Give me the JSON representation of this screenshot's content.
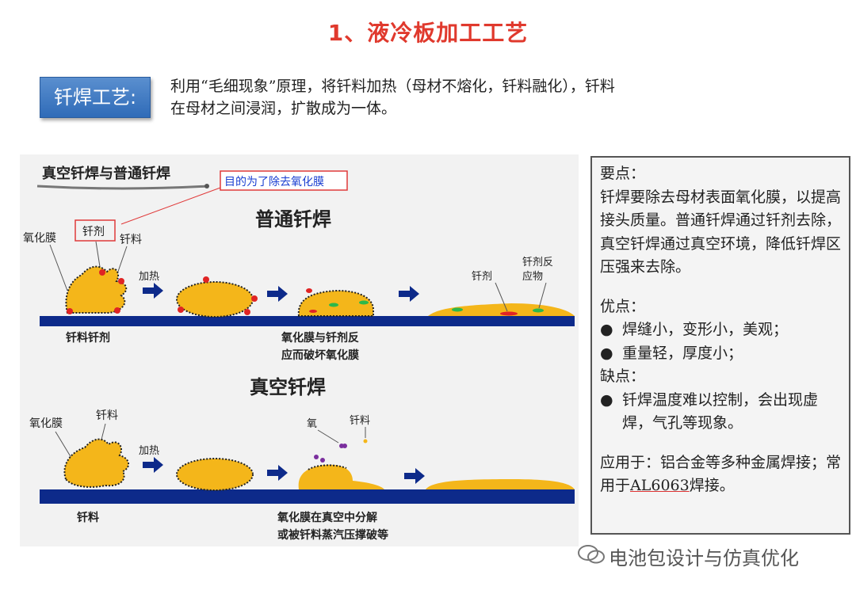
{
  "title": "1、液冷板加工工艺",
  "tag_label": "钎焊工艺:",
  "intro": {
    "line1": "利用“毛细现象”原理，将钎料加热（母材不熔化，钎料融化），钎料",
    "line2": "在母材之间浸润，扩散成为一体。"
  },
  "diagram": {
    "banner": "真空钎焊与普通钎焊",
    "callout": "目的为了除去氧化膜",
    "normal": {
      "title": "普通钎焊",
      "label_oxide": "氧化膜",
      "label_flux": "钎剂",
      "label_filler": "钎料",
      "label_heat": "加热",
      "label_flux2": "钎剂",
      "label_reaction_l1": "钎剂反",
      "label_reaction_l2": "应物",
      "caption1": "钎料钎剂",
      "caption2_l1": "氧化膜与钎剂反",
      "caption2_l2": "应而破坏氧化膜"
    },
    "vacuum": {
      "title": "真空钎焊",
      "label_oxide": "氧化膜",
      "label_filler": "钎料",
      "label_heat": "加热",
      "label_oxygen": "氧",
      "label_filler2": "钎料",
      "caption1": "钎料",
      "caption2_l1": "氧化膜在真空中分解",
      "caption2_l2": "或被钎料蒸汽压撑破等"
    }
  },
  "panel": {
    "points_title": "要点：",
    "points_text": "钎焊要除去母材表面氧化膜，以提高接头质量。普通钎焊通过钎剂去除，真空钎焊通过真空环境，降低钎焊区压强来去除。",
    "pros_title": "优点：",
    "pros": [
      "焊缝小，变形小，美观；",
      "重量轻，厚度小；"
    ],
    "cons_title": "缺点：",
    "cons": [
      "钎焊温度难以控制，会出现虚焊，气孔等现象。"
    ],
    "app_text": "应用于：铝合金等多种金属焊接；常用于",
    "app_underlined": "AL6063",
    "app_tail": "焊接。"
  },
  "watermark": "电池包设计与仿真优化",
  "colors": {
    "title_red": "#e0392d",
    "tag_blue": "#3a77c2",
    "plate_blue": "#0d2a8a",
    "filler_yellow": "#f4b61a",
    "diagram_title_gold": "#d7a01a",
    "flux_red": "#e02424",
    "callout_blue": "#1a3fd1"
  }
}
